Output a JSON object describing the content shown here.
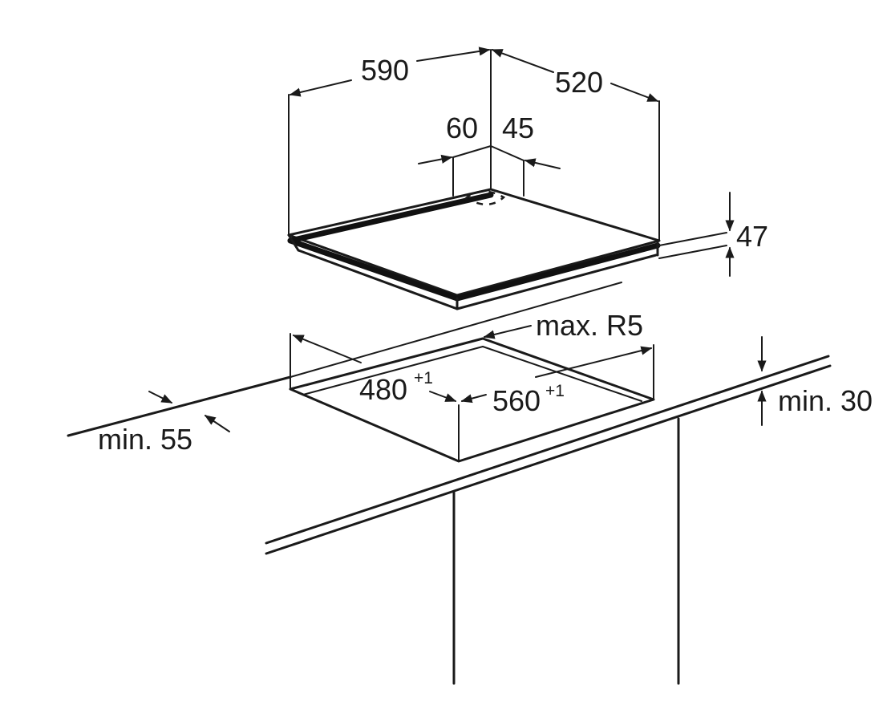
{
  "diagram": {
    "labels": {
      "width": "590",
      "depth": "520",
      "gas_offset_left": "60",
      "gas_offset_right": "45",
      "height": "47",
      "corner_radius": "max. R5",
      "cutout_depth": "480",
      "cutout_depth_tolerance": "+1",
      "cutout_width": "560",
      "cutout_width_tolerance": "+1",
      "front_clearance": "min. 55",
      "worktop_thickness": "min. 30"
    }
  }
}
